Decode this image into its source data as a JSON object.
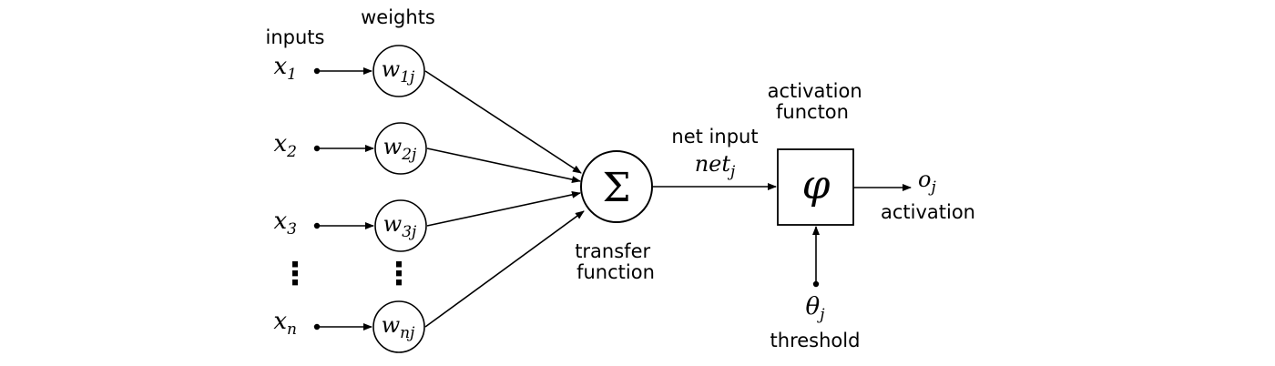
{
  "labels": {
    "inputs": "inputs",
    "weights": "weights",
    "net_input": "net input",
    "transfer_function_line1": "transfer",
    "transfer_function_line2": "function",
    "activation_function_line1": "activation",
    "activation_function_line2": "functon",
    "activation": "activation",
    "threshold": "threshold"
  },
  "inputs": [
    {
      "var": "x",
      "sub": "1",
      "weight": "w",
      "weight_sub": "1j"
    },
    {
      "var": "x",
      "sub": "2",
      "weight": "w",
      "weight_sub": "2j"
    },
    {
      "var": "x",
      "sub": "3",
      "weight": "w",
      "weight_sub": "3j"
    },
    {
      "var": "x",
      "sub": "n",
      "weight": "w",
      "weight_sub": "nj"
    }
  ],
  "ellipsis": "⋮",
  "sum_symbol": "Σ",
  "net": {
    "var": "net",
    "sub": "j"
  },
  "activation_symbol": "φ",
  "output": {
    "var": "o",
    "sub": "j"
  },
  "threshold_symbol": {
    "var": "θ",
    "sub": "j"
  }
}
